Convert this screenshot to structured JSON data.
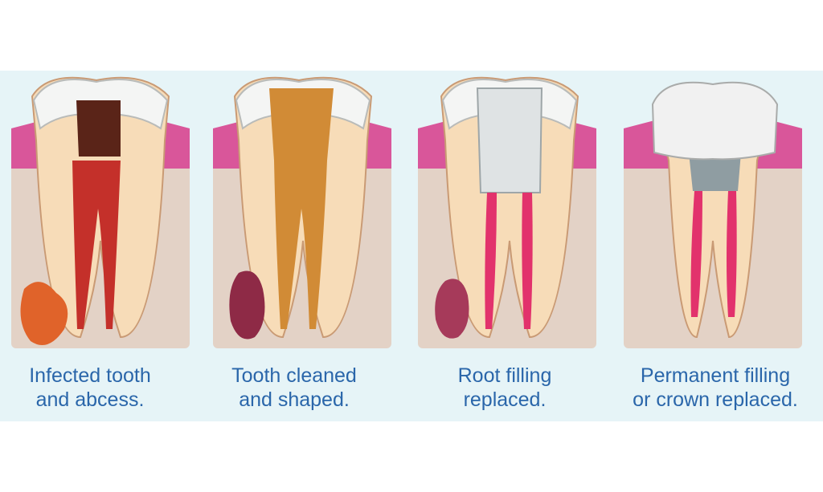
{
  "stages": [
    {
      "caption_line1": "Infected tooth",
      "caption_line2": "and abcess."
    },
    {
      "caption_line1": "Tooth cleaned",
      "caption_line2": "and shaped."
    },
    {
      "caption_line1": "Root filling",
      "caption_line2": "replaced."
    },
    {
      "caption_line1": "Permanent filling",
      "caption_line2": "or crown replaced."
    }
  ],
  "colors": {
    "background_panel": "#e6f4f7",
    "gum": "#d9569a",
    "bone": "#e3d2c6",
    "dentin": "#f7dcb8",
    "enamel": "#f4f5f4",
    "infection": "#5a2418",
    "abscess": "#e0632a",
    "filling_gold": "#d18b36",
    "root_filling_pink": "#e2326c",
    "crown_white": "#f1f1f1",
    "caption_blue": "#2a66aa"
  }
}
